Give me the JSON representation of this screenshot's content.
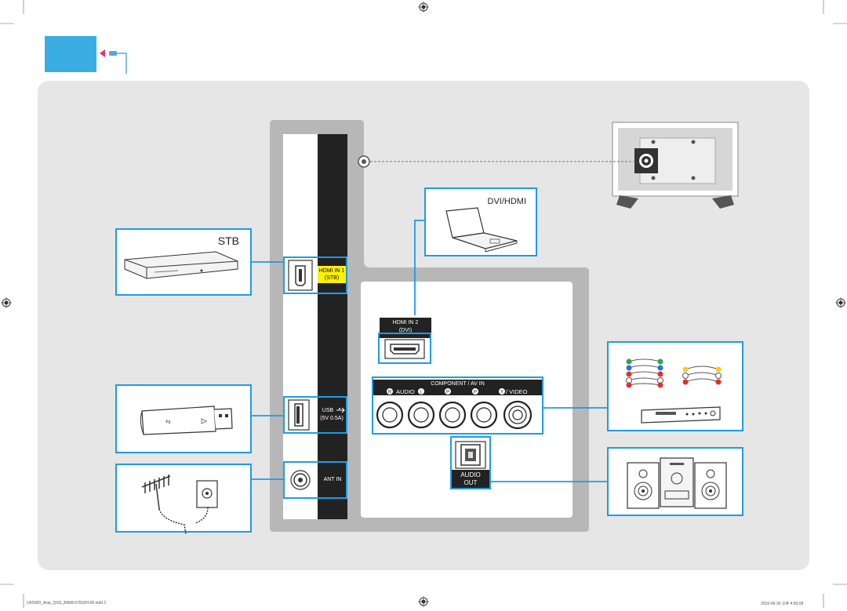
{
  "labels": {
    "stb": "STB",
    "dvi_hdmi": "DVI/HDMI",
    "hdmi_in1": "HDMI IN 1",
    "hdmi_in1_sub": "(STB)",
    "usb": "USB",
    "usb_sub": "(5V 0.5A)",
    "ant_in": "ANT IN",
    "hdmi_in2": "HDMI IN 2",
    "hdmi_in2_sub": "(DVI)",
    "component_av_in": "COMPONENT / AV IN",
    "audio": "AUDIO",
    "video": "/ VIDEO",
    "audio_out_1": "AUDIO",
    "audio_out_2": "OUT",
    "r": "R",
    "l": "L",
    "pr": "P",
    "pb": "P",
    "y": "Y"
  },
  "footer": {
    "left": "UK5000_Asia_QSG_BN68-07833H-00.indd   2",
    "right": "2016-06-30   오후 4:56:08"
  },
  "colors": {
    "accent": "#1e9be9",
    "panel_gray": "#e6e6e6",
    "tv_panel": "#b7b7b7",
    "port_strip": "#222222",
    "highlight": "#fff200",
    "corner_badge": "#3aaee3"
  }
}
